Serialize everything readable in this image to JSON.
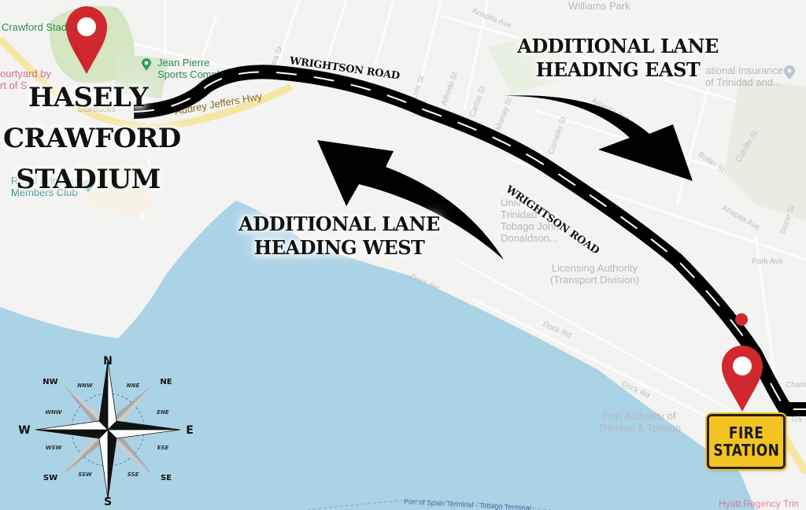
{
  "colors": {
    "land": "#f3f3f2",
    "water": "#aad3e6",
    "park": "#d9e8cc",
    "highway": "#f6e6a0",
    "road": "#000000",
    "road_dash": "#ffffff",
    "pin": "#d0282e",
    "sign": "#f3c322"
  },
  "locations": {
    "start": {
      "title_lines": [
        "HASELY",
        "CRAWFORD",
        "STADIUM"
      ],
      "pin_icon": "map-pin-icon"
    },
    "end": {
      "sign_lines": [
        "FIRE",
        "STATION"
      ],
      "pin_icon": "map-pin-icon"
    }
  },
  "roads": {
    "main_road_label_1": "WRIGHTSON ROAD",
    "main_road_label_2": "WRIGHTSON ROAD",
    "highway_label": "Audrey Jeffers Hwy"
  },
  "annotations": {
    "east_lane": [
      "ADDITIONAL LANE",
      "HEADING EAST"
    ],
    "west_lane": [
      "ADDITIONAL LANE",
      "HEADING WEST"
    ]
  },
  "pois": {
    "stadium_map_label": "Crawford Stad",
    "jean_pierre": [
      "Jean Pierre",
      "Sports Compl"
    ],
    "courtyard": [
      "ourtyard by",
      "rt of S"
    ],
    "starbucks": "Starbucks",
    "royal_princess": [
      "Royal Princess",
      "Members Club"
    ],
    "williams_park": "Williams Park",
    "insurance": [
      "ational Insurance",
      "of Trinidad and..."
    ],
    "university": [
      "Univ",
      "Trinidad",
      "Tobago John",
      "Donaldson..."
    ],
    "licensing": [
      "Licensing Authority",
      "(Transport Division)"
    ],
    "port_authority": [
      "Port Authority of",
      "Trinidad & Tobago"
    ],
    "hyatt": "Hyatt Regency Trin",
    "ferry": "Port of Spain Terminal - Tobago Terminal"
  },
  "streets": {
    "ariapita_1": "Ariapita Ave",
    "ariapita_2": "Ariapita Ave",
    "ariapita_3": "Ariapita Ave",
    "petra": "Petra St",
    "luis": "Luis St",
    "alfredo": "Alfredo St",
    "carlos": "Carlos St",
    "murray": "Murray St",
    "cornelio": "Cornelio St",
    "butler": "Butler St",
    "colville": "Colville St",
    "stone": "Stone St",
    "park_ave": "Park Ave",
    "dock_1": "Dock Rd",
    "dock_2": "Dock Rd",
    "dock_3": "Dock Rd",
    "charles": "Charles",
    "tragarete": "Tra"
  },
  "compass": {
    "cardinal": {
      "N": "N",
      "S": "S",
      "E": "E",
      "W": "W"
    },
    "intercardinal": {
      "NE": "NE",
      "NW": "NW",
      "SE": "SE",
      "SW": "SW"
    },
    "minor": {
      "NNE": "NNE",
      "NNW": "NNW",
      "ENE": "ENE",
      "ESE": "ESE",
      "SSE": "SSE",
      "SSW": "SSW",
      "WSW": "WSW",
      "WNW": "WNW"
    }
  }
}
